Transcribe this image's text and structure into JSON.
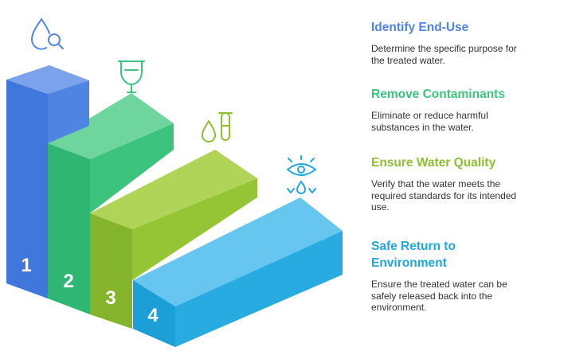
{
  "steps": [
    {
      "number": "1",
      "title": "Identify End-Use",
      "description": "Determine the specific purpose for the treated water.",
      "color": "#4f84e3",
      "icon": "water-drop-search-icon"
    },
    {
      "number": "2",
      "title": "Remove Contaminants",
      "description": "Eliminate or reduce harmful substances in the water.",
      "color": "#3dc47e",
      "icon": "filter-funnel-icon"
    },
    {
      "number": "3",
      "title": "Ensure Water Quality",
      "description": "Verify that the water meets the required standards for its intended use.",
      "color": "#8fbf33",
      "icon": "drop-test-tube-icon"
    },
    {
      "number": "4",
      "title": "Safe Return to Environment",
      "description": "Ensure the treated water can be safely released back into the environment.",
      "color": "#1fa8dd",
      "icon": "eye-water-drop-icon"
    }
  ]
}
